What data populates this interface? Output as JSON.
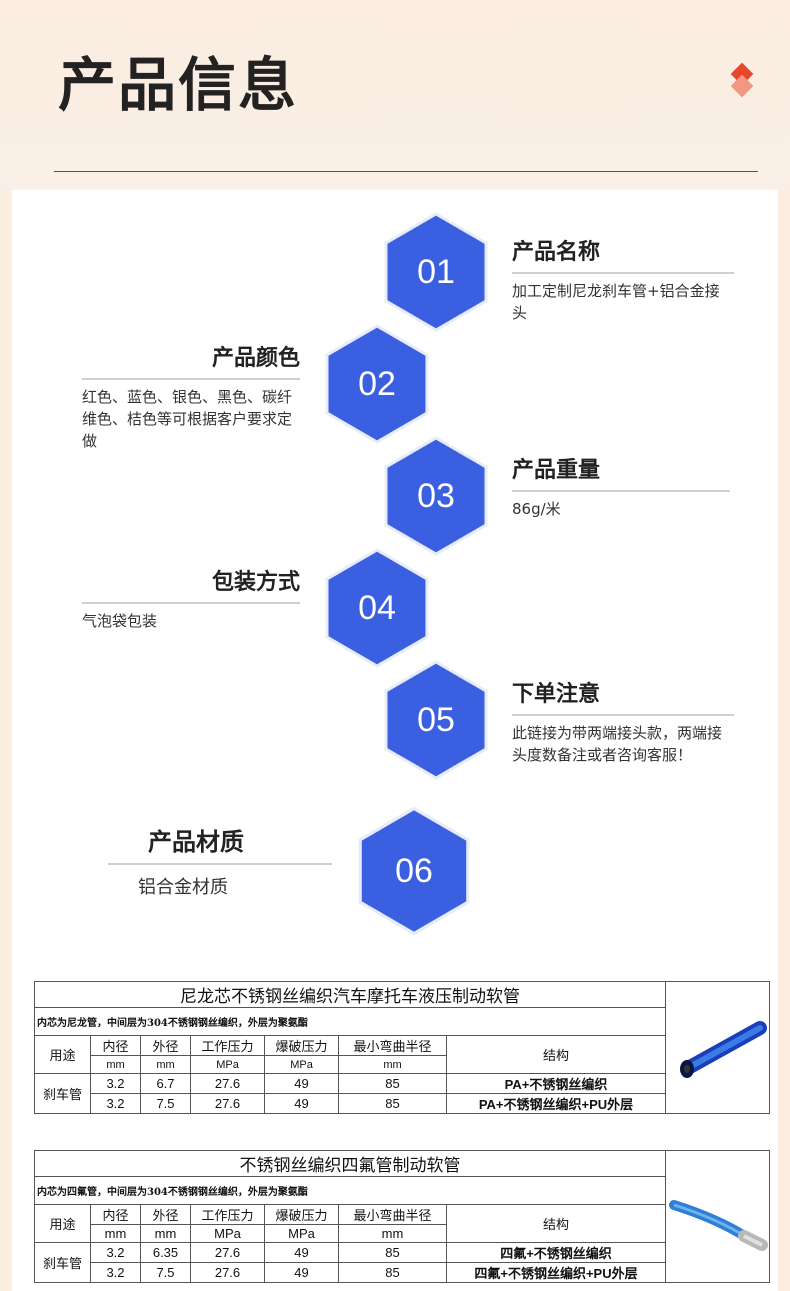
{
  "header": {
    "title": "产品信息",
    "accent_color": "#e8472c"
  },
  "hex_color": "#3a5fe0",
  "items": [
    {
      "num": "01",
      "title": "产品名称",
      "desc": "加工定制尼龙刹车管+铝合金接头"
    },
    {
      "num": "02",
      "title": "产品颜色",
      "desc": "红色、蓝色、银色、黑色、碳纤维色、桔色等可根据客户要求定做"
    },
    {
      "num": "03",
      "title": "产品重量",
      "desc": "86g/米"
    },
    {
      "num": "04",
      "title": "包装方式",
      "desc": "气泡袋包装"
    },
    {
      "num": "05",
      "title": "下单注意",
      "desc": "此链接为带两端接头款，两端接头度数备注或者咨询客服！"
    },
    {
      "num": "06",
      "title": "产品材质",
      "desc": "铝合金材质"
    }
  ],
  "tables": [
    {
      "title": "尼龙芯不锈钢丝编织汽车摩托车液压制动软管",
      "note": "内芯为尼龙管，中间层为304不锈钢钢丝编织，外层为聚氨酯",
      "headers": [
        "用途",
        "内径",
        "外径",
        "工作压力",
        "爆破压力",
        "最小弯曲半径",
        "结构"
      ],
      "units": [
        "mm",
        "mm",
        "MPa",
        "MPa",
        "mm"
      ],
      "use": "刹车管",
      "rows": [
        [
          "3.2",
          "6.7",
          "27.6",
          "49",
          "85",
          "PA+不锈钢丝编织"
        ],
        [
          "3.2",
          "7.5",
          "27.6",
          "49",
          "85",
          "PA+不锈钢丝编织+PU外层"
        ]
      ],
      "picture": "blue-braided-hose"
    },
    {
      "title": "不锈钢丝编织四氟管制动软管",
      "note": "内芯为四氟管，中间层为304不锈钢钢丝编织，外层为聚氨酯",
      "headers": [
        "用途",
        "内径",
        "外径",
        "工作压力",
        "爆破压力",
        "最小弯曲半径",
        "结构"
      ],
      "units": [
        "mm",
        "mm",
        "MPa",
        "MPa",
        "mm"
      ],
      "use": "刹车管",
      "rows": [
        [
          "3.2",
          "6.35",
          "27.6",
          "49",
          "85",
          "四氟+不锈钢丝编织"
        ],
        [
          "3.2",
          "7.5",
          "27.6",
          "49",
          "85",
          "四氟+不锈钢丝编织+PU外层"
        ]
      ],
      "picture": "blue-ptfe-hose"
    }
  ]
}
